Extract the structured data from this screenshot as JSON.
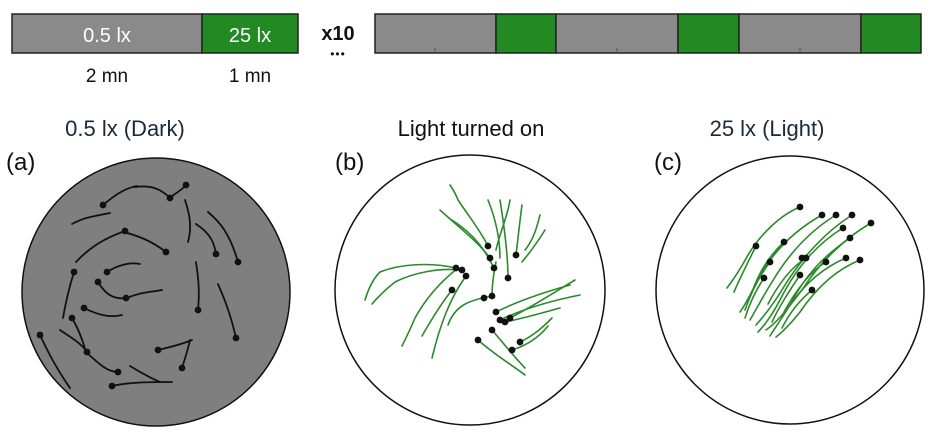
{
  "protocol": {
    "dark_block_label": "0.5 lx",
    "light_block_label": "25 lx",
    "dark_duration": "2 mn",
    "light_duration": "1 mn",
    "repeat_label": "x10",
    "ellipsis": "•••",
    "dark_color": "#8a8a8a",
    "light_color": "#238a23",
    "sequence": [
      "dark",
      "light",
      "dark",
      "light",
      "dark",
      "light"
    ]
  },
  "panels": [
    {
      "letter": "(a)",
      "title_value": "0.5 lx",
      "title_note": "(Dark)",
      "fill": "#7f7f7f",
      "track_color": "#111111"
    },
    {
      "letter": "(b)",
      "title_value": "Light turned on",
      "title_note": "",
      "fill": "#ffffff",
      "track_color": "#2a8a2a"
    },
    {
      "letter": "(c)",
      "title_value": "25 lx",
      "title_note": "(Light)",
      "fill": "#ffffff",
      "track_color": "#2a8a2a"
    }
  ]
}
